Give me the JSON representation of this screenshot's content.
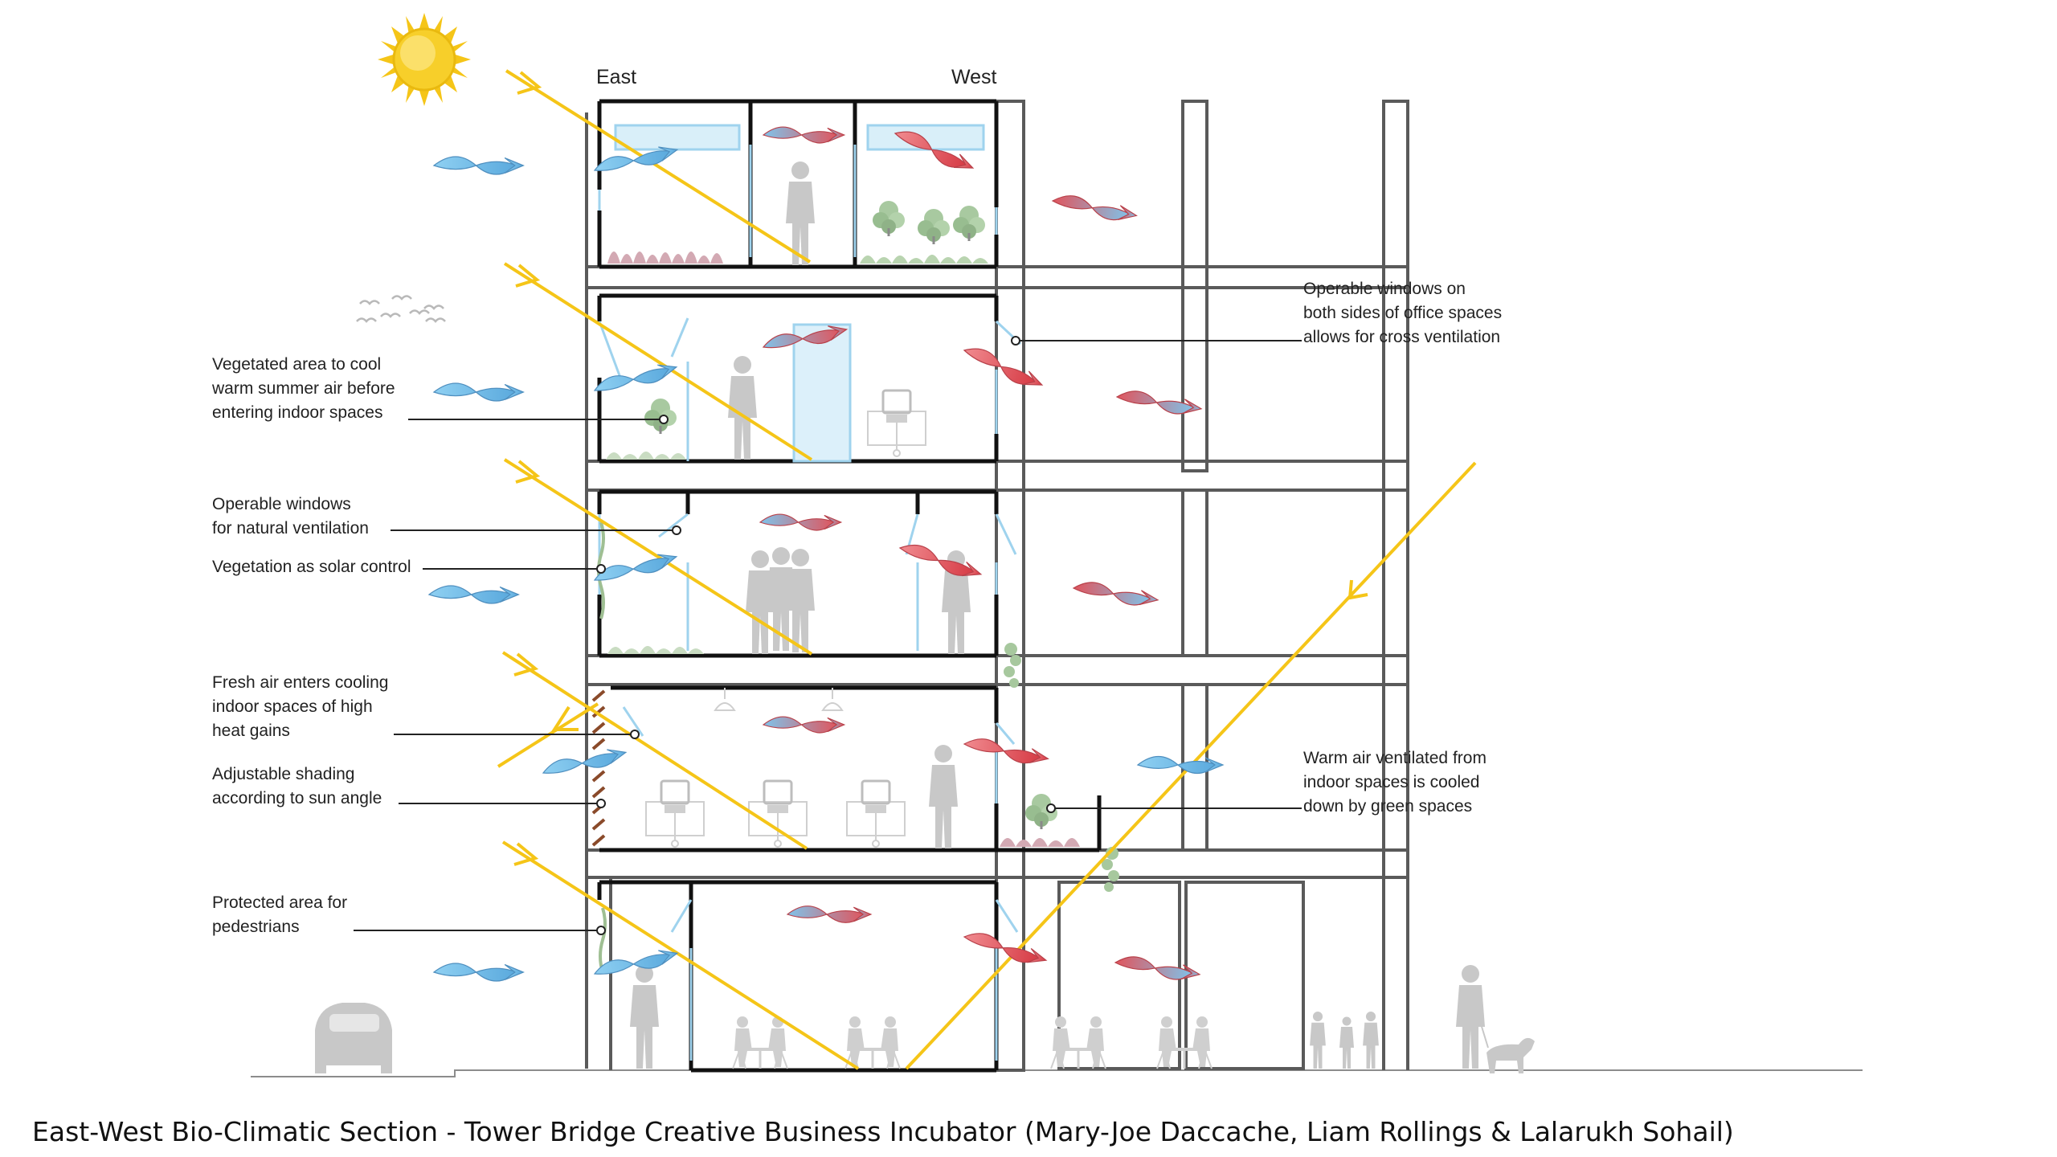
{
  "headers": {
    "east": "East",
    "west": "West"
  },
  "annotations": {
    "vegetated_area": [
      "Vegetated area to cool",
      "warm summer air before",
      "entering indoor spaces"
    ],
    "operable_windows": [
      "Operable windows",
      "for natural ventilation"
    ],
    "vegetation_solar": [
      "Vegetation as solar control"
    ],
    "fresh_air": [
      "Fresh air enters cooling",
      "indoor spaces of high",
      "heat gains"
    ],
    "adjustable_shading": [
      "Adjustable shading",
      "according to sun angle"
    ],
    "protected_area": [
      "Protected area for",
      "pedestrians"
    ],
    "cross_ventilation": [
      "Operable windows on",
      "both sides of office spaces",
      "allows for cross ventilation"
    ],
    "warm_air": [
      "Warm air ventilated from",
      "indoor spaces is cooled",
      "down by green spaces"
    ]
  },
  "caption": "East-West Bio-Climatic Section - Tower Bridge Creative Business Incubator (Mary-Joe Daccache, Liam Rollings & Lalarukh Sohail)",
  "colors": {
    "sun": "#f5c518",
    "sun_ray": "#f5c518",
    "cool_air": "#7fc3ea",
    "warm_air": "#e0555d",
    "structure": "#555555",
    "wall": "#111111",
    "glass": "#bfe2f3",
    "vegetation": "#9bbf92",
    "planting_red": "#c79aa3",
    "figure": "#c8c8c8"
  },
  "icons": [
    "sun-icon",
    "bird-icon",
    "person-icon",
    "car-icon",
    "dog-icon",
    "plant-icon",
    "desk-chair-icon",
    "lamp-icon",
    "cool-air-arrow-icon",
    "warm-air-arrow-icon",
    "sun-ray-arrow-icon"
  ]
}
